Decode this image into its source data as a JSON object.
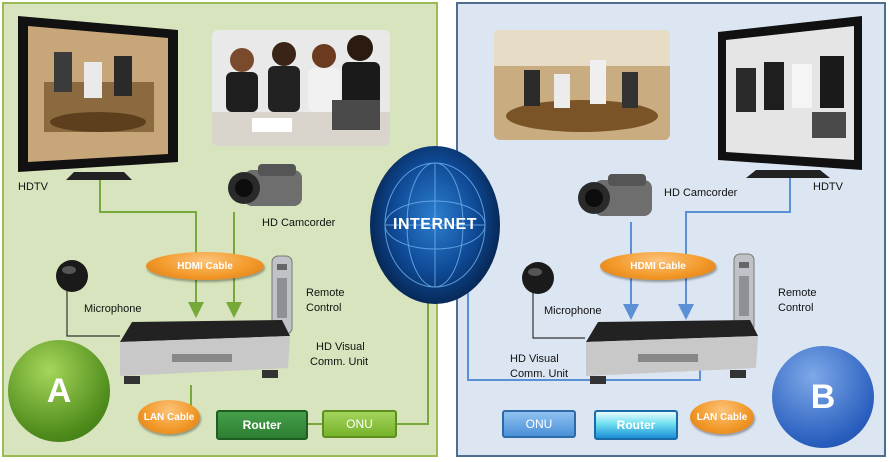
{
  "site_a": {
    "badge": "A",
    "hdtv_label": "HDTV",
    "camcorder_label": "HD Camcorder",
    "hdmi_cable_label": "HDMI Cable",
    "remote_label_1": "Remote",
    "remote_label_2": "Control",
    "microphone_label": "Microphone",
    "visual_unit_label_1": "HD Visual",
    "visual_unit_label_2": "Comm. Unit",
    "lan_cable_label": "LAN Cable",
    "router_label": "Router",
    "onu_label": "ONU"
  },
  "site_b": {
    "badge": "B",
    "hdtv_label": "HDTV",
    "camcorder_label": "HD Camcorder",
    "hdmi_cable_label": "HDMI Cable",
    "remote_label_1": "Remote",
    "remote_label_2": "Control",
    "microphone_label": "Microphone",
    "visual_unit_label_1": "HD Visual",
    "visual_unit_label_2": "Comm. Unit",
    "lan_cable_label": "LAN Cable",
    "router_label": "Router",
    "onu_label": "ONU"
  },
  "internet_label": "INTERNET",
  "colors": {
    "site_a_background": "#d7e4bd",
    "site_a_border": "#9bbb59",
    "site_a_wire": "#77a83a",
    "site_b_background": "#dce6f2",
    "site_b_border": "#4f6d8f",
    "site_b_wire": "#5b8fd6",
    "cable_label": "#f39a2b",
    "internet_globe": "#0f4a96"
  }
}
